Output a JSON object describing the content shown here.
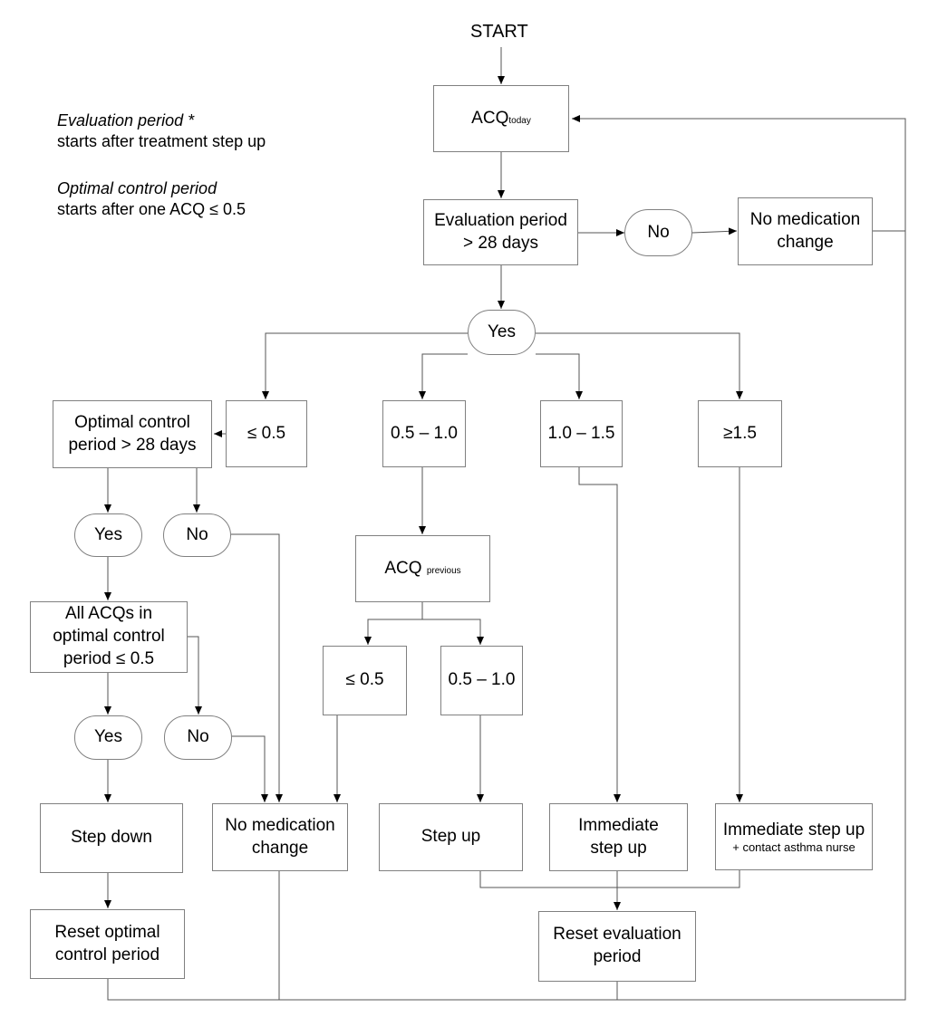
{
  "start": "START",
  "legend": {
    "evaluation": {
      "title": "Evaluation period *",
      "text": "starts after treatment step up"
    },
    "optimal": {
      "title": "Optimal control period",
      "text": "starts after one ACQ ≤ 0.5"
    }
  },
  "nodes": {
    "acq_today": {
      "main": "ACQ",
      "sub": "today"
    },
    "eval_28": {
      "line1": "Evaluation period",
      "line2": "> 28 days"
    },
    "no_top": "No",
    "no_med_top": {
      "line1": "No medication",
      "line2": "change"
    },
    "yes_top": "Yes",
    "le05": "≤ 0.5",
    "r05_10": "0.5 – 1.0",
    "r10_15": "1.0 – 1.5",
    "ge15": "≥1.5",
    "optimal_28": {
      "line1": "Optimal control",
      "line2": "period > 28 days"
    },
    "yes_left1": "Yes",
    "no_left1": "No",
    "acq_previous": {
      "main": "ACQ",
      "sub": "previous"
    },
    "all_acqs": {
      "line1": "All ACQs in",
      "line2": "optimal control",
      "line3": "period ≤ 0.5"
    },
    "prev_le05": "≤ 0.5",
    "prev_05_10": "0.5 – 1.0",
    "yes_left2": "Yes",
    "no_left2": "No",
    "step_down": "Step down",
    "no_med_bottom": {
      "line1": "No medication",
      "line2": "change"
    },
    "step_up": "Step up",
    "immediate_step_up": {
      "line1": "Immediate",
      "line2": "step up"
    },
    "immediate_contact": {
      "line1": "Immediate step up",
      "line2": "+ contact asthma nurse"
    },
    "reset_optimal": {
      "line1": "Reset optimal",
      "line2": "control period"
    },
    "reset_evaluation": {
      "line1": "Reset evaluation",
      "line2": "period"
    }
  }
}
